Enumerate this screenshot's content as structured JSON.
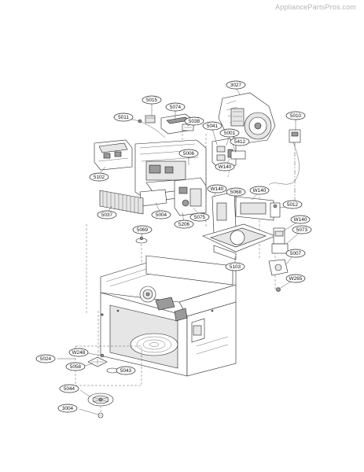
{
  "watermark": "AppliancePartsPros.com",
  "parts": [
    {
      "id": "3027"
    },
    {
      "id": "5015"
    },
    {
      "id": "5074"
    },
    {
      "id": "5011"
    },
    {
      "id": "5038"
    },
    {
      "id": "5010"
    },
    {
      "id": "5041"
    },
    {
      "id": "5001"
    },
    {
      "id": "5412"
    },
    {
      "id": "5006"
    },
    {
      "id": "W140"
    },
    {
      "id": "5102"
    },
    {
      "id": "W140"
    },
    {
      "id": "5068"
    },
    {
      "id": "W140"
    },
    {
      "id": "5012"
    },
    {
      "id": "5037"
    },
    {
      "id": "5004"
    },
    {
      "id": "5075"
    },
    {
      "id": "5206"
    },
    {
      "id": "W140"
    },
    {
      "id": "5073"
    },
    {
      "id": "5069"
    },
    {
      "id": "5007"
    },
    {
      "id": "5103"
    },
    {
      "id": "W265"
    },
    {
      "id": "5024"
    },
    {
      "id": "W248"
    },
    {
      "id": "5058"
    },
    {
      "id": "5043"
    },
    {
      "id": "5044"
    },
    {
      "id": "3004"
    }
  ]
}
